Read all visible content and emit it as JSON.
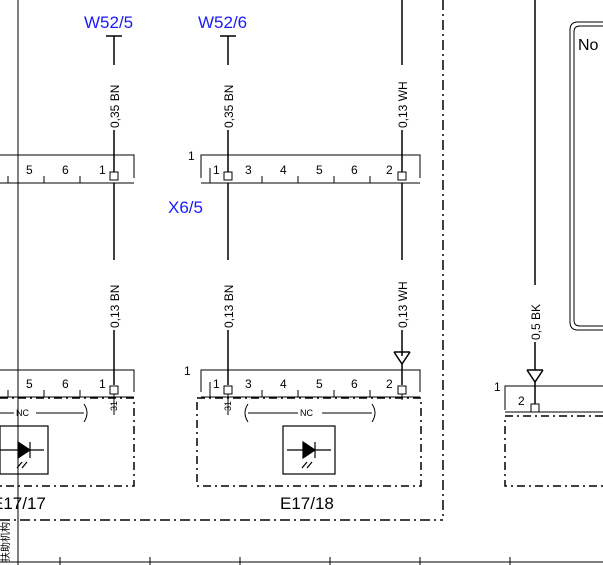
{
  "wire_refs": {
    "ref_1": "W52/5",
    "ref_2": "W52/6"
  },
  "connectors": {
    "x6_5": "X6/5"
  },
  "wires": {
    "upper_1": "0,35 BN",
    "upper_2": "0,35 BN",
    "upper_3": "0,13 WH",
    "lower_1": "0,13 BN",
    "lower_2": "0,13 BN",
    "lower_3": "0,13 WH",
    "right_bk": "0,5 BK"
  },
  "pins": {
    "upper_left": [
      "5",
      "6",
      "1"
    ],
    "upper_right": [
      "1",
      "3",
      "4",
      "5",
      "6",
      "2"
    ],
    "upper_right_side": "1",
    "lower_left": [
      "5",
      "6",
      "1"
    ],
    "lower_right": [
      "1",
      "3",
      "4",
      "5",
      "6",
      "2"
    ],
    "lower_right_side": "1",
    "far_right_side": "1",
    "far_right_pin": "2",
    "pin31_a": "31",
    "pin31_b": "31"
  },
  "labels": {
    "nc_1": "NC",
    "nc_2": "NC",
    "component_1": "E17/17",
    "component_2": "E17/18",
    "note_box": "No",
    "vertical_margin": "扶助机构"
  },
  "colors": {
    "ref_text": "#1a1aff",
    "line": "#000000"
  }
}
